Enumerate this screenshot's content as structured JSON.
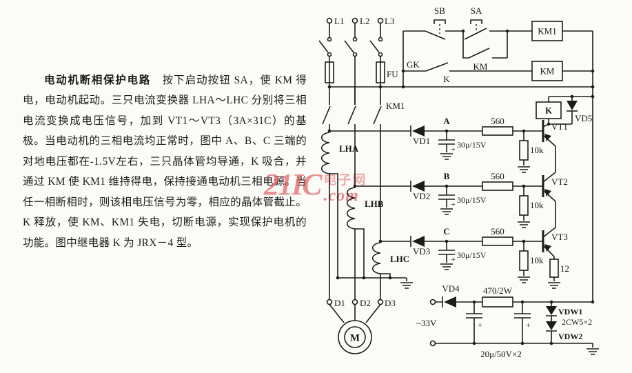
{
  "description": {
    "title": "电动机断相保护电路",
    "body": "　按下启动按钮 SA，使 KM 得电，电动机起动。三只电流变换器 LHA～LHC 分别将三相电流变换成电压信号，加到 VT1～VT3（3A×31C）的基极。当电动机的三相电流均正常时，图中 A、B、C 三端的对地电压都在-1.5V左右，三只晶体管均导通，K 吸合，并通过 KM 使 KM1 维持得电，保持接通电动机三相电源。当任一相断相时，则该相电压信号为零，相应的晶体管截止。K 释放，使 KM、KM1 失电，切断电源，实现保护电机的功能。图中继电器 K 为 JRX－4 型。"
  },
  "watermark": {
    "brand": "21IC",
    "site": "电子网",
    "domain": ".com"
  },
  "schematic": {
    "power_input": {
      "l1": "L1",
      "l2": "L2",
      "l3": "L3",
      "fuse": "FU",
      "node": "GK",
      "line_contact": "KM1"
    },
    "control": {
      "stop_button": "SB",
      "start_button": "SA",
      "seal_contact": "KM",
      "k_contact": "K",
      "km1_coil": "KM1",
      "km_coil": "KM"
    },
    "transformers": {
      "a": "LHA",
      "b": "LHB",
      "c": "LHC"
    },
    "detector": {
      "vd1": "VD1",
      "vd2": "VD2",
      "vd3": "VD3",
      "node_a": "A",
      "node_b": "B",
      "node_c": "C",
      "r_series": "560",
      "cap": "30μ/15V",
      "r_base": "10k",
      "plus": "+"
    },
    "transistors": {
      "vt1": "VT1",
      "vt2": "VT2",
      "vt3": "VT3",
      "r_emitter": "12"
    },
    "relay": {
      "coil": "K",
      "vd5": "VD5"
    },
    "supply": {
      "vd4": "VD4",
      "r": "470/2W",
      "input": "~33V",
      "caps": "20μ/50V×2",
      "vdw1": "VDW1",
      "vdw2": "VDW2",
      "zener_type": "2CW5×2",
      "plus": "+"
    },
    "motor": {
      "d1": "D1",
      "d2": "D2",
      "d3": "D3",
      "m": "M"
    }
  }
}
